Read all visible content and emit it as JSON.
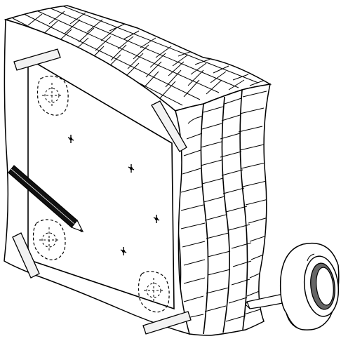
{
  "illustration": {
    "colors": {
      "ink": "#000000",
      "paper": "#ffffff",
      "tape": "#f2f2f2",
      "pencil": "#111111",
      "tape_core": "#666666"
    },
    "parts": [
      "wall-corner-brick-pattern",
      "template-sheet",
      "masking-tape-strips",
      "screw-hole-crosses",
      "dashed-speaker-outlines",
      "pencil",
      "masking-tape-roll"
    ],
    "counts": {
      "tape_strips": 4,
      "crosses": 4,
      "speaker_outlines": 3
    }
  }
}
